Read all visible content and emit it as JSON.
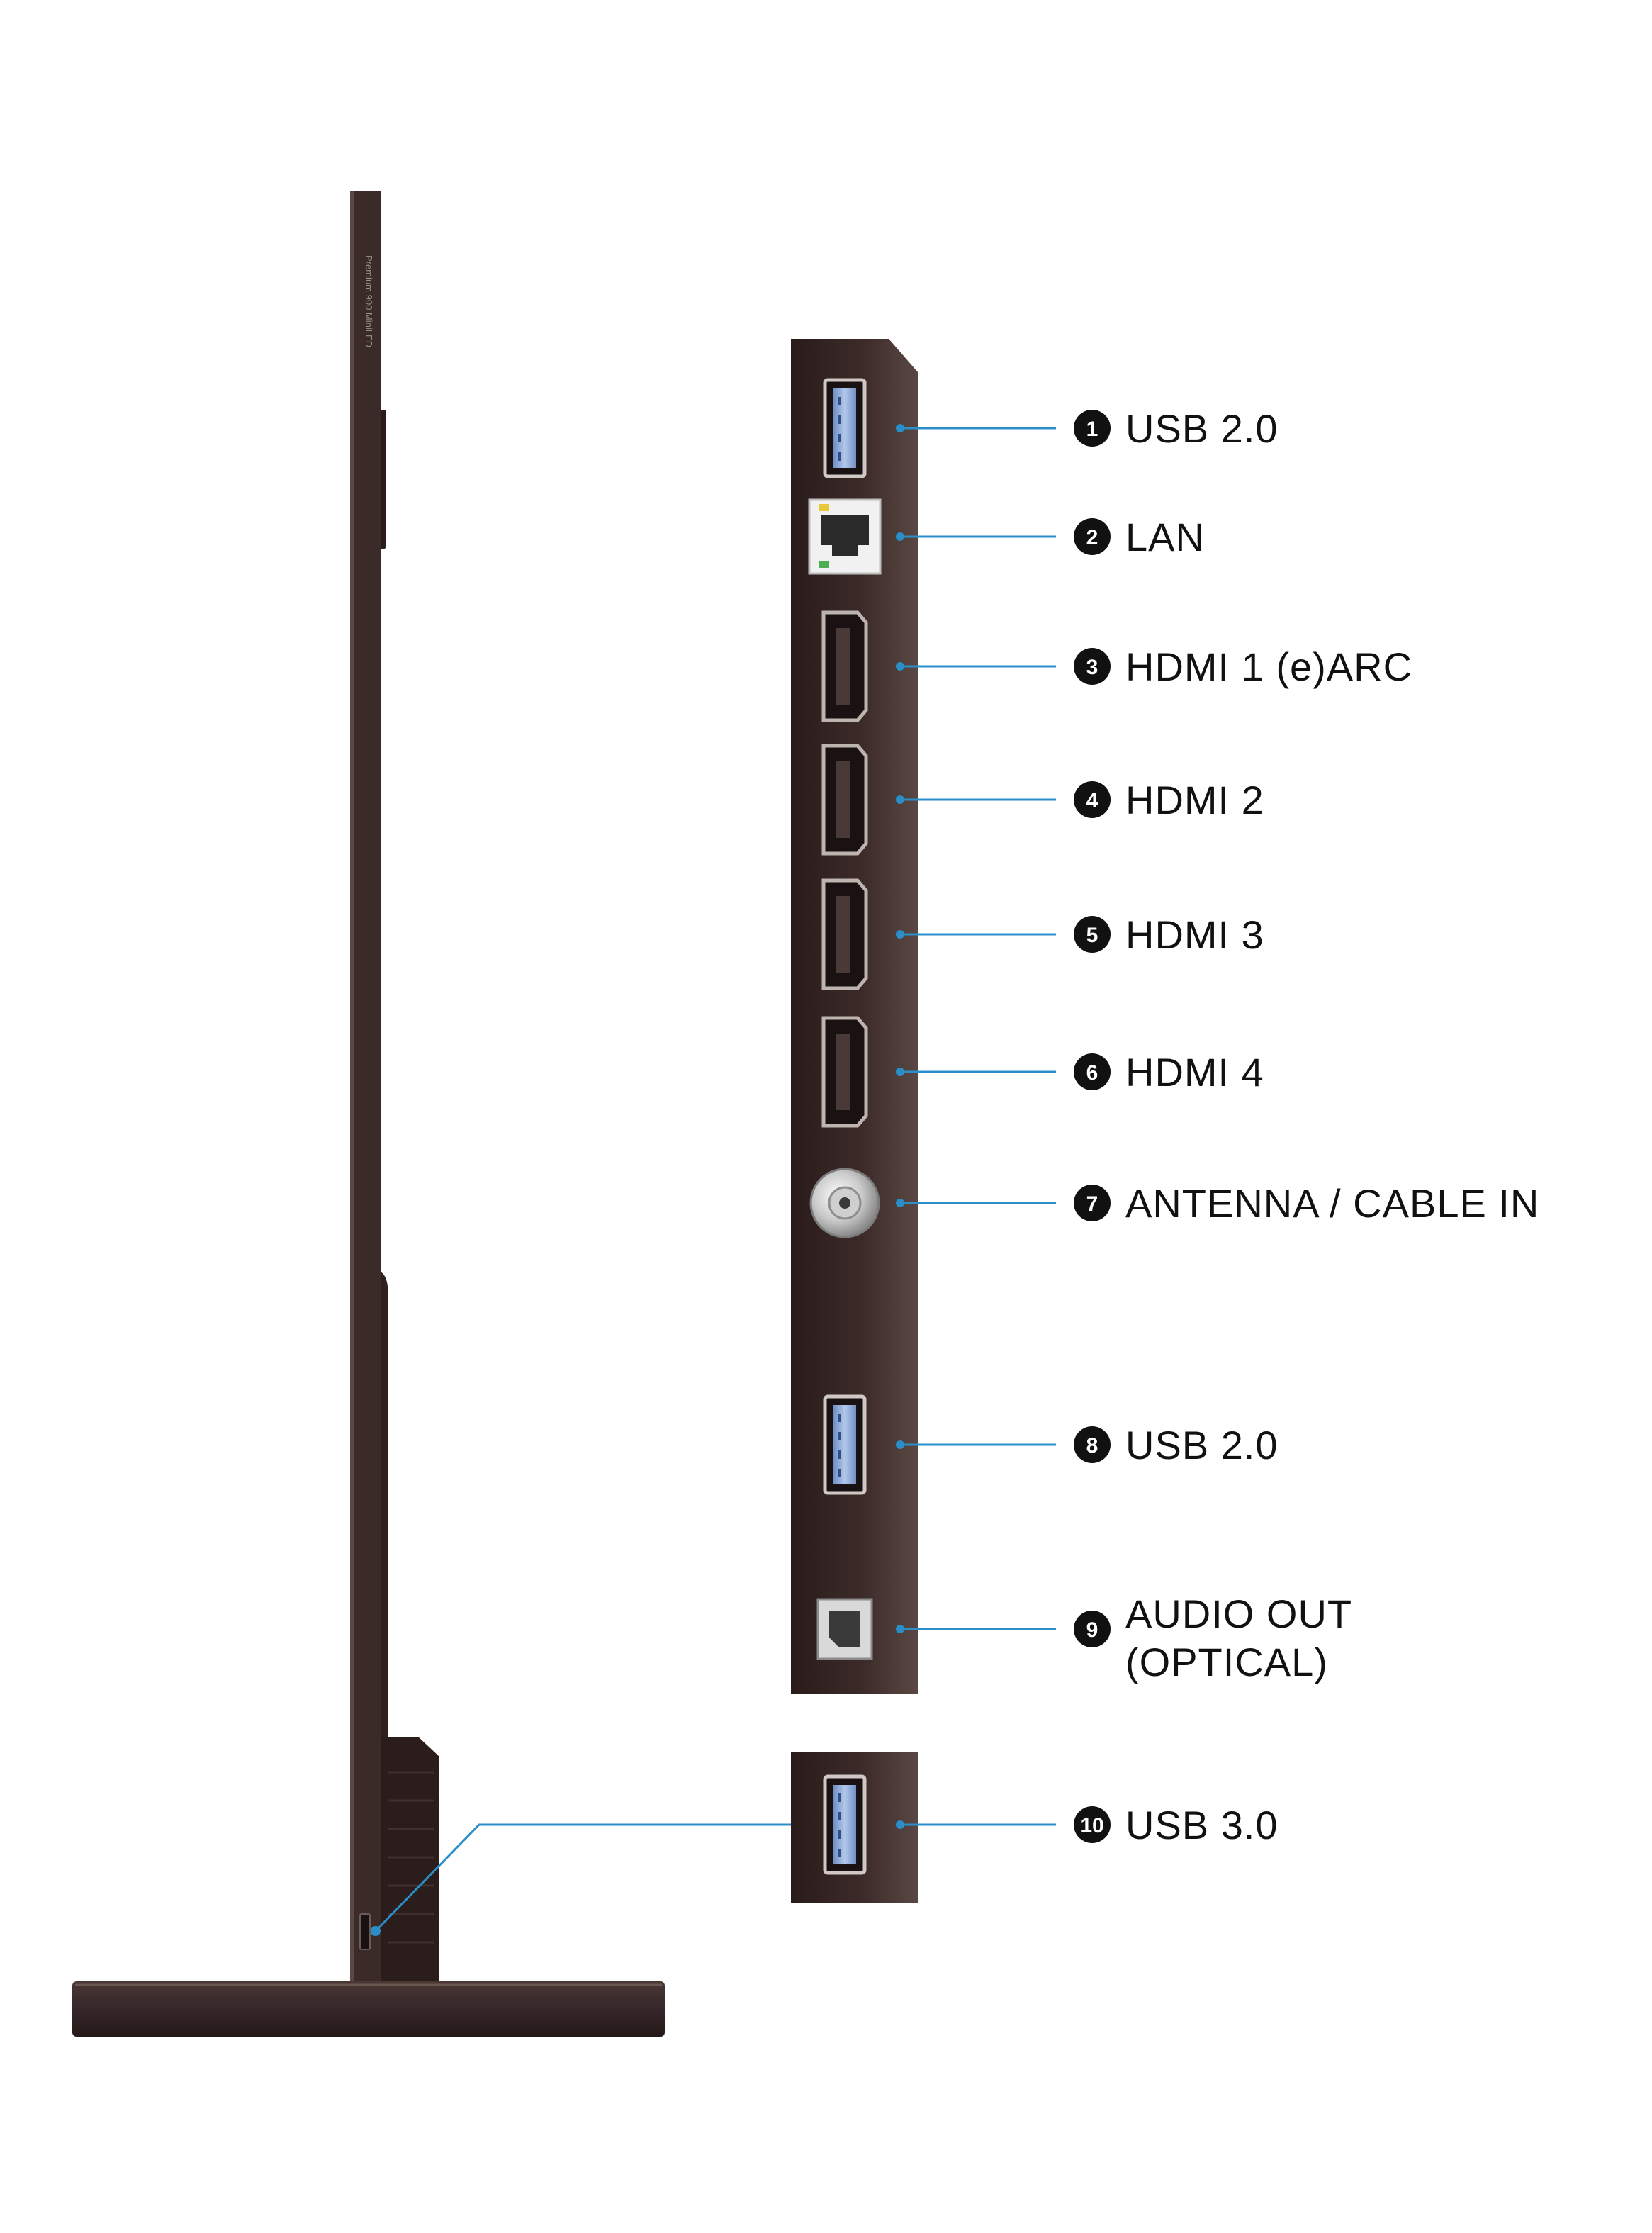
{
  "tv_side": {
    "model_text": "Premium 900 MiniLED"
  },
  "colors": {
    "body": "#3a2a28",
    "panel_dark": "#2a1d1c",
    "leader_line": "#2a8fc9",
    "badge": "#111111",
    "label": "#111111"
  },
  "ports": [
    {
      "number": "1",
      "label": "USB 2.0",
      "icon": "usb-port-icon"
    },
    {
      "number": "2",
      "label": "LAN",
      "icon": "ethernet-port-icon"
    },
    {
      "number": "3",
      "label": "HDMI 1 (e)ARC",
      "icon": "hdmi-port-icon"
    },
    {
      "number": "4",
      "label": "HDMI 2",
      "icon": "hdmi-port-icon"
    },
    {
      "number": "5",
      "label": "HDMI 3",
      "icon": "hdmi-port-icon"
    },
    {
      "number": "6",
      "label": "HDMI 4",
      "icon": "hdmi-port-icon"
    },
    {
      "number": "7",
      "label": "ANTENNA / CABLE IN",
      "icon": "coax-port-icon"
    },
    {
      "number": "8",
      "label": "USB 2.0",
      "icon": "usb-port-icon"
    },
    {
      "number": "9",
      "label": "AUDIO OUT",
      "label_line2": "(OPTICAL)",
      "icon": "optical-port-icon"
    },
    {
      "number": "10",
      "label": "USB 3.0",
      "icon": "usb-port-icon"
    }
  ]
}
